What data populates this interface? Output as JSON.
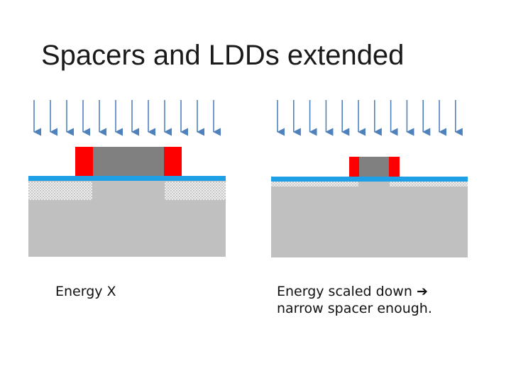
{
  "slide": {
    "title": "Spacers and LDDs extended"
  },
  "left_panel": {
    "caption": "Energy X",
    "implant_arrow_count": 12
  },
  "right_panel": {
    "caption_line1": "Energy scaled down",
    "caption_arrow": "➔",
    "caption_line2": "narrow spacer enough.",
    "implant_arrow_count": 12
  },
  "colors": {
    "substrate": "#c0c0c0",
    "gate": "#808080",
    "spacer": "#ff0000",
    "oxide": "#1ea0e6",
    "arrow": "#4f81bd",
    "implant_region": "#e6e6e6"
  }
}
